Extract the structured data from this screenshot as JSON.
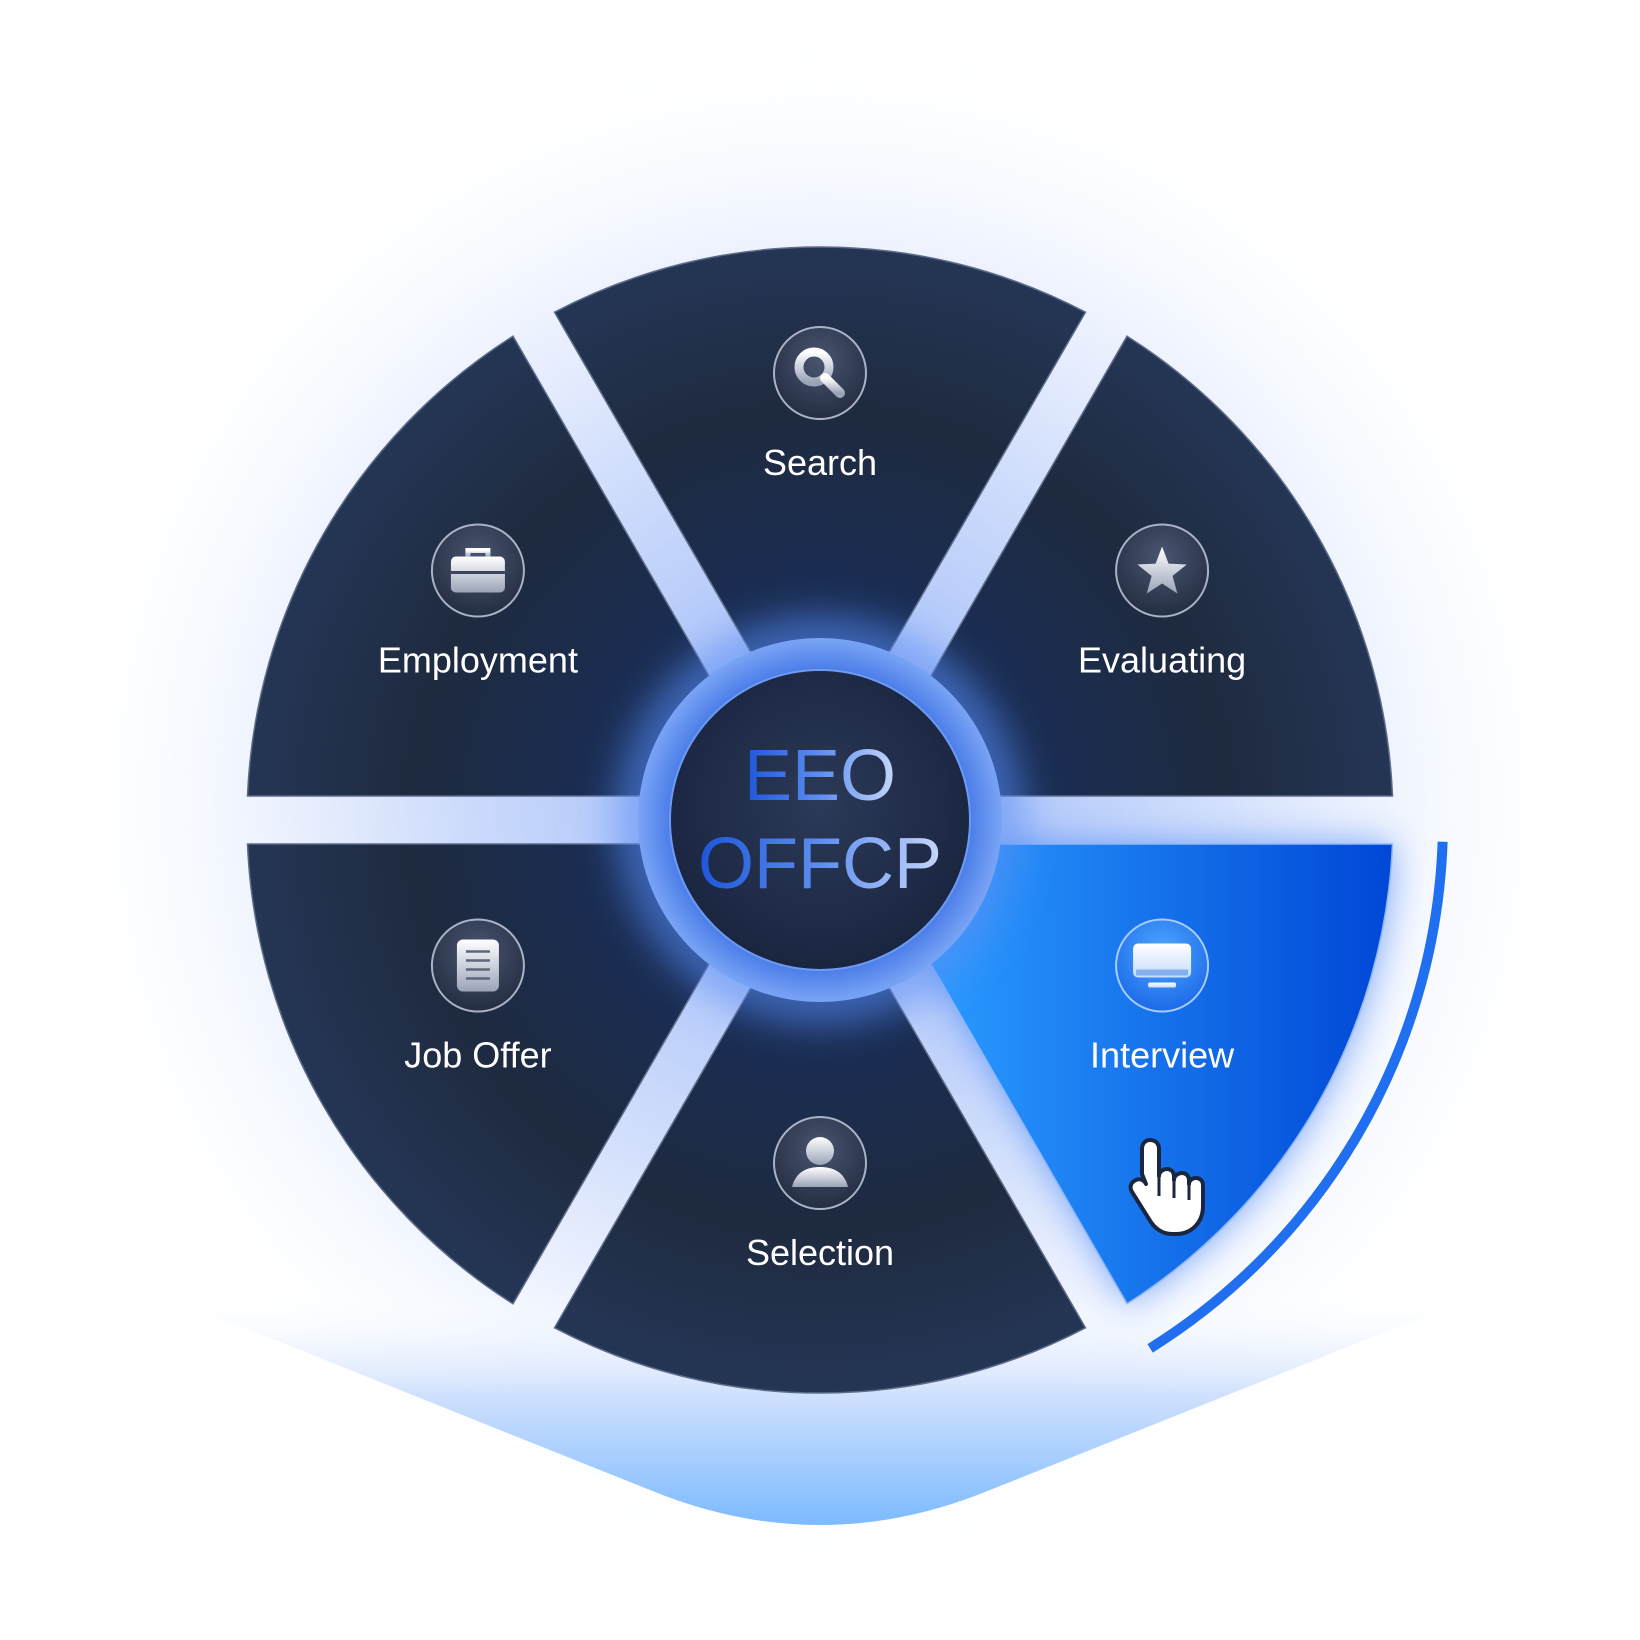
{
  "center": {
    "line1": "EEO",
    "line2": "OFFCP"
  },
  "segments": [
    {
      "id": "search",
      "label": "Search",
      "icon": "search-icon",
      "active": false
    },
    {
      "id": "evaluating",
      "label": "Evaluating",
      "icon": "star-icon",
      "active": false
    },
    {
      "id": "interview",
      "label": "Interview",
      "icon": "monitor-icon",
      "active": true
    },
    {
      "id": "selection",
      "label": "Selection",
      "icon": "user-icon",
      "active": false
    },
    {
      "id": "job-offer",
      "label": "Job Offer",
      "icon": "document-icon",
      "active": false
    },
    {
      "id": "employment",
      "label": "Employment",
      "icon": "briefcase-icon",
      "active": false
    }
  ],
  "colors": {
    "segment_dark": "#1e2a3f",
    "segment_active": "#1565e6",
    "center_ring": "#4f86f2",
    "center_text_dark": "#1d56d8",
    "center_text_light": "#b7ccf7",
    "accent_arc": "#1f6ff0",
    "label_white": "#ffffff"
  },
  "cursor": {
    "icon": "hand-pointer-icon",
    "over": "interview"
  }
}
